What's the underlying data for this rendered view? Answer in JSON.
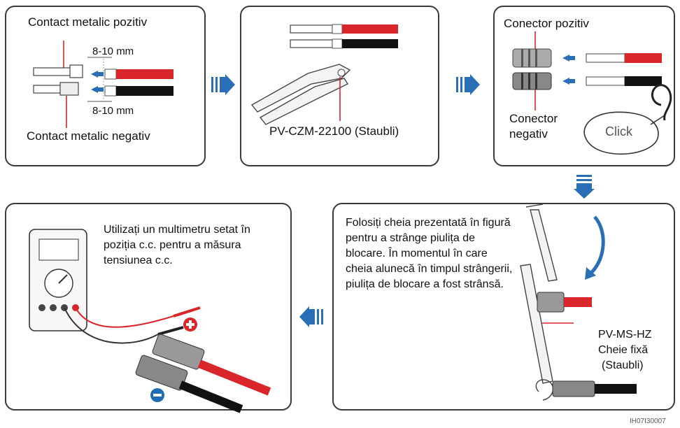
{
  "step1": {
    "title": "Contact metalic pozitiv",
    "dim_top": "8-10 mm",
    "dim_bottom": "8-10 mm",
    "footer": "Contact metalic negativ"
  },
  "step2": {
    "tool_label": "PV-CZM-22100 (Staubli)"
  },
  "step3": {
    "positive_label": "Conector pozitiv",
    "negative_label_line1": "Conector",
    "negative_label_line2": "negativ",
    "click_text": "Click"
  },
  "step4": {
    "instruction": "Folosiți cheia prezentată în figură pentru a strânge piulița de blocare. În momentul în care cheia alunecă în timpul strângerii, piulița de blocare a fost strânsă.",
    "tool_model": "PV-MS-HZ",
    "tool_name": "Cheie fixă",
    "tool_brand": "(Staubli)"
  },
  "step5": {
    "instruction": "Utilizați un multimetru setat în poziția c.c. pentru a măsura tensiunea c.c."
  },
  "figure_id": "IH07I30007",
  "colors": {
    "arrow": "#2a6fb5",
    "positive_wire": "#d8262b",
    "negative_wire": "#111111",
    "plus_badge": "#d8262b",
    "minus_badge": "#1f6db5"
  },
  "icons": [
    "flow-arrow-icon",
    "plus-icon",
    "minus-icon",
    "ear-icon"
  ]
}
